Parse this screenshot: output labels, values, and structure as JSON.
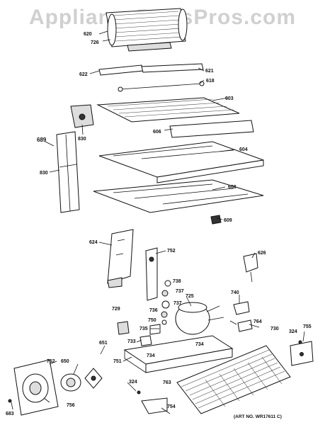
{
  "watermark": "AppliancePartsPros.com",
  "art_number": "(ART NO. WR17611 C)",
  "part_labels": {
    "p620": "620",
    "p726a": "726",
    "p622": "622",
    "p621": "621",
    "p618": "618",
    "p603": "603",
    "p606": "606",
    "p830a": "830",
    "p689": "689",
    "p830b": "830",
    "p604": "604",
    "p608": "608",
    "p609": "609",
    "p624": "624",
    "p752": "752",
    "p626": "626",
    "p738": "738",
    "p737a": "737",
    "p725": "725",
    "p740": "740",
    "p737b": "737",
    "p729": "729",
    "p736": "736",
    "p750": "750",
    "p764": "764",
    "p730": "730",
    "p755": "755",
    "p735": "735",
    "p733": "733",
    "p734a": "734",
    "p734b": "734",
    "p651": "651",
    "p751": "751",
    "p324a": "324",
    "p762": "762",
    "p650": "650",
    "p763": "763",
    "p324b": "324",
    "p754": "754",
    "p756": "756",
    "p683": "683"
  }
}
